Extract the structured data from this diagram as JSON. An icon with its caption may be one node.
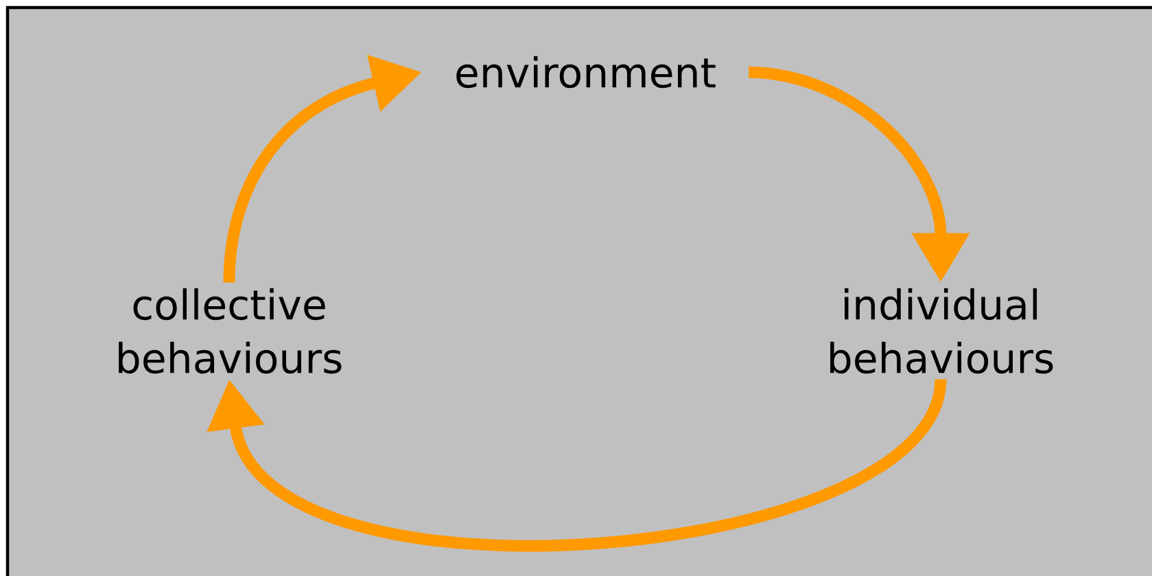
{
  "diagram": {
    "nodes": [
      {
        "text": [
          "environment"
        ]
      },
      {
        "text": [
          "collective behaviours"
        ]
      },
      {
        "text": [
          "individual behaviours"
        ]
      }
    ],
    "edges": [
      {
        "from": 1,
        "to": 0,
        "arrow": "to"
      },
      {
        "from": 0,
        "to": 2,
        "arrow": "to"
      },
      {
        "from": 2,
        "to": 1,
        "arrow": "to"
      }
    ]
  }
}
